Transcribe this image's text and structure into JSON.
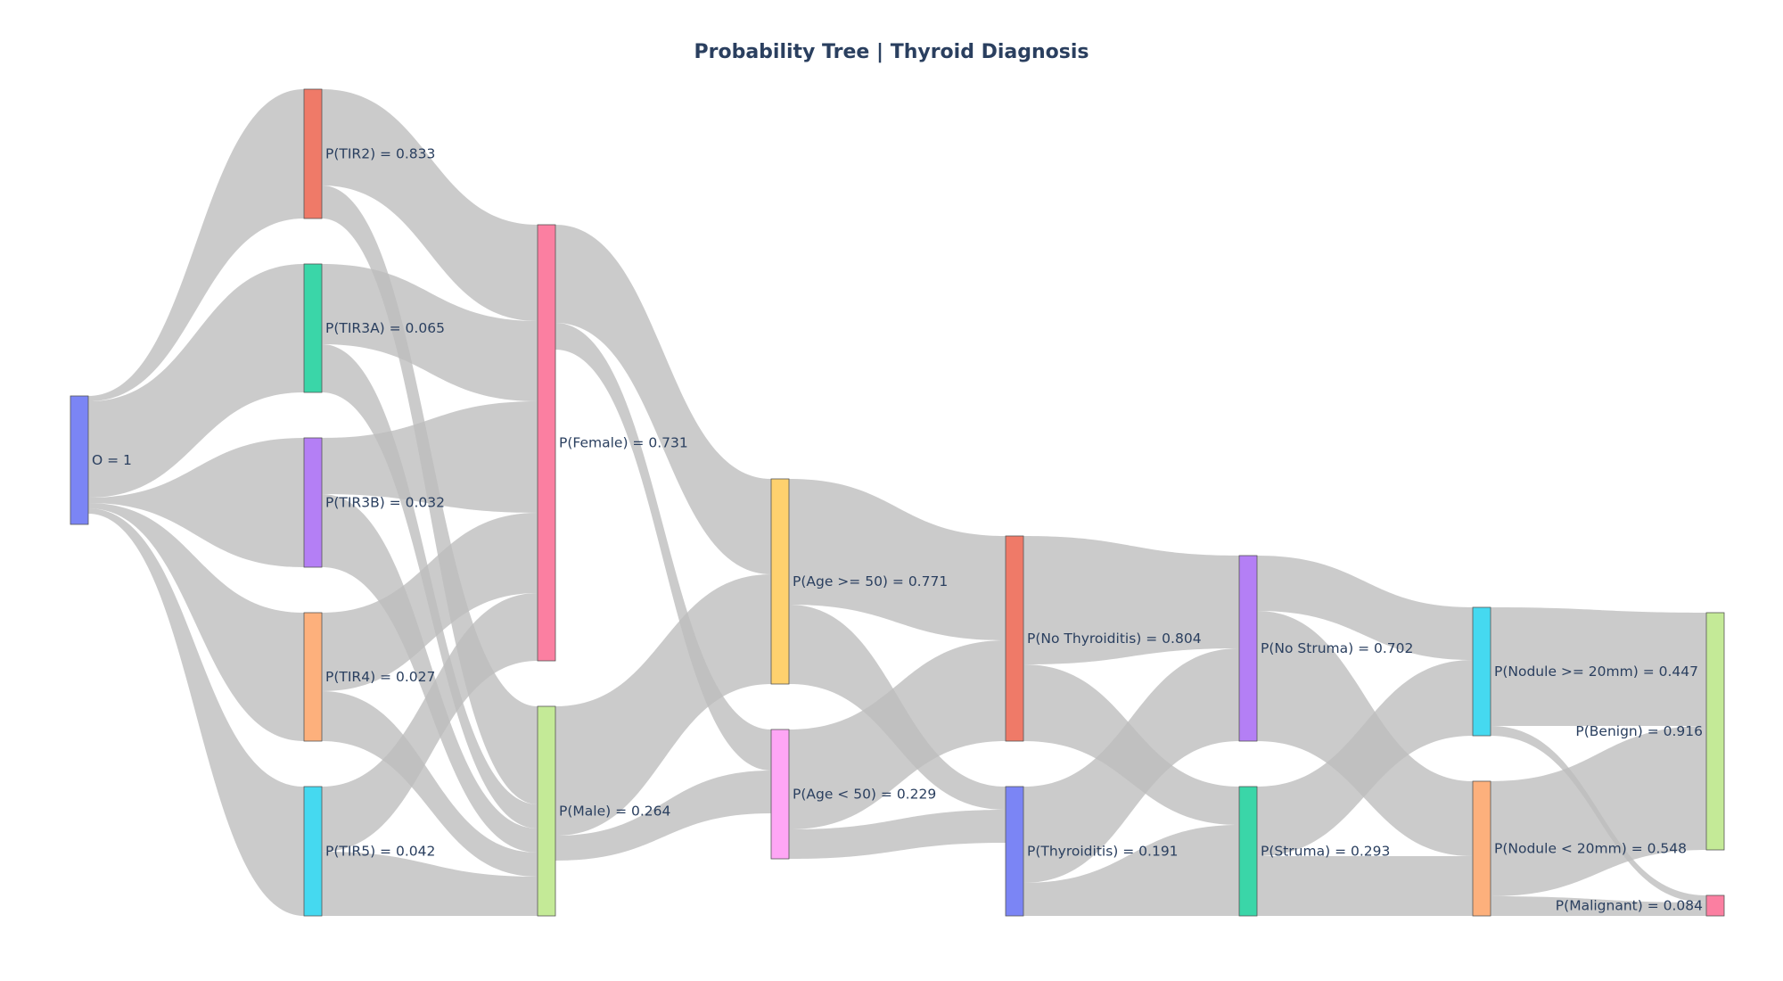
{
  "chart_data": {
    "type": "sankey",
    "title": "Probability Tree | Thyroid Diagnosis",
    "link_color": "#bdbdbd",
    "nodes": [
      {
        "id": "O",
        "label": "O = 1",
        "value": 1,
        "color": "#7b85f5"
      },
      {
        "id": "TIR2",
        "label": "P(TIR2) = 0.833",
        "value": 0.833,
        "color": "#ef7a68"
      },
      {
        "id": "TIR3A",
        "label": "P(TIR3A) = 0.065",
        "value": 0.065,
        "color": "#3ad6a8"
      },
      {
        "id": "TIR3B",
        "label": "P(TIR3B) = 0.032",
        "value": 0.032,
        "color": "#b47ff5"
      },
      {
        "id": "TIR4",
        "label": "P(TIR4) = 0.027",
        "value": 0.027,
        "color": "#fdb07c"
      },
      {
        "id": "TIR5",
        "label": "P(TIR5) = 0.042",
        "value": 0.042,
        "color": "#45d9f0"
      },
      {
        "id": "Female",
        "label": "P(Female) = 0.731",
        "value": 0.731,
        "color": "#fb7fa1"
      },
      {
        "id": "Male",
        "label": "P(Male) = 0.264",
        "value": 0.264,
        "color": "#c4ea97"
      },
      {
        "id": "AgeHi",
        "label": "P(Age >= 50) = 0.771",
        "value": 0.771,
        "color": "#fed16e"
      },
      {
        "id": "AgeLo",
        "label": "P(Age < 50) = 0.229",
        "value": 0.229,
        "color": "#fea6f5"
      },
      {
        "id": "NoThy",
        "label": "P(No Thyroiditis) = 0.804",
        "value": 0.804,
        "color": "#ef7a68"
      },
      {
        "id": "Thy",
        "label": "P(Thyroiditis) = 0.191",
        "value": 0.191,
        "color": "#7b85f5"
      },
      {
        "id": "NoStr",
        "label": "P(No Struma) = 0.702",
        "value": 0.702,
        "color": "#b47ff5"
      },
      {
        "id": "Str",
        "label": "P(Struma) = 0.293",
        "value": 0.293,
        "color": "#3ad6a8"
      },
      {
        "id": "NodHi",
        "label": "P(Nodule >= 20mm) = 0.447",
        "value": 0.447,
        "color": "#45d9f0"
      },
      {
        "id": "NodLo",
        "label": "P(Nodule < 20mm) = 0.548",
        "value": 0.548,
        "color": "#fdb07c"
      },
      {
        "id": "Benign",
        "label": "P(Benign) = 0.916",
        "value": 0.916,
        "color": "#c4ea97"
      },
      {
        "id": "Malig",
        "label": "P(Malignant) = 0.084",
        "value": 0.084,
        "color": "#fb7fa1"
      }
    ],
    "links": [
      {
        "source": "O",
        "target": "TIR2"
      },
      {
        "source": "O",
        "target": "TIR3A"
      },
      {
        "source": "O",
        "target": "TIR3B"
      },
      {
        "source": "O",
        "target": "TIR4"
      },
      {
        "source": "O",
        "target": "TIR5"
      },
      {
        "source": "TIR2",
        "target": "Female"
      },
      {
        "source": "TIR2",
        "target": "Male"
      },
      {
        "source": "TIR3A",
        "target": "Female"
      },
      {
        "source": "TIR3A",
        "target": "Male"
      },
      {
        "source": "TIR3B",
        "target": "Female"
      },
      {
        "source": "TIR3B",
        "target": "Male"
      },
      {
        "source": "TIR4",
        "target": "Female"
      },
      {
        "source": "TIR4",
        "target": "Male"
      },
      {
        "source": "TIR5",
        "target": "Female"
      },
      {
        "source": "TIR5",
        "target": "Male"
      },
      {
        "source": "Female",
        "target": "AgeHi"
      },
      {
        "source": "Female",
        "target": "AgeLo"
      },
      {
        "source": "Male",
        "target": "AgeHi"
      },
      {
        "source": "Male",
        "target": "AgeLo"
      },
      {
        "source": "AgeHi",
        "target": "NoThy"
      },
      {
        "source": "AgeHi",
        "target": "Thy"
      },
      {
        "source": "AgeLo",
        "target": "NoThy"
      },
      {
        "source": "AgeLo",
        "target": "Thy"
      },
      {
        "source": "NoThy",
        "target": "NoStr"
      },
      {
        "source": "NoThy",
        "target": "Str"
      },
      {
        "source": "Thy",
        "target": "NoStr"
      },
      {
        "source": "Thy",
        "target": "Str"
      },
      {
        "source": "NoStr",
        "target": "NodHi"
      },
      {
        "source": "NoStr",
        "target": "NodLo"
      },
      {
        "source": "Str",
        "target": "NodHi"
      },
      {
        "source": "Str",
        "target": "NodLo"
      },
      {
        "source": "NodHi",
        "target": "Benign"
      },
      {
        "source": "NodHi",
        "target": "Malig"
      },
      {
        "source": "NodLo",
        "target": "Benign"
      },
      {
        "source": "NodLo",
        "target": "Malig"
      }
    ]
  }
}
